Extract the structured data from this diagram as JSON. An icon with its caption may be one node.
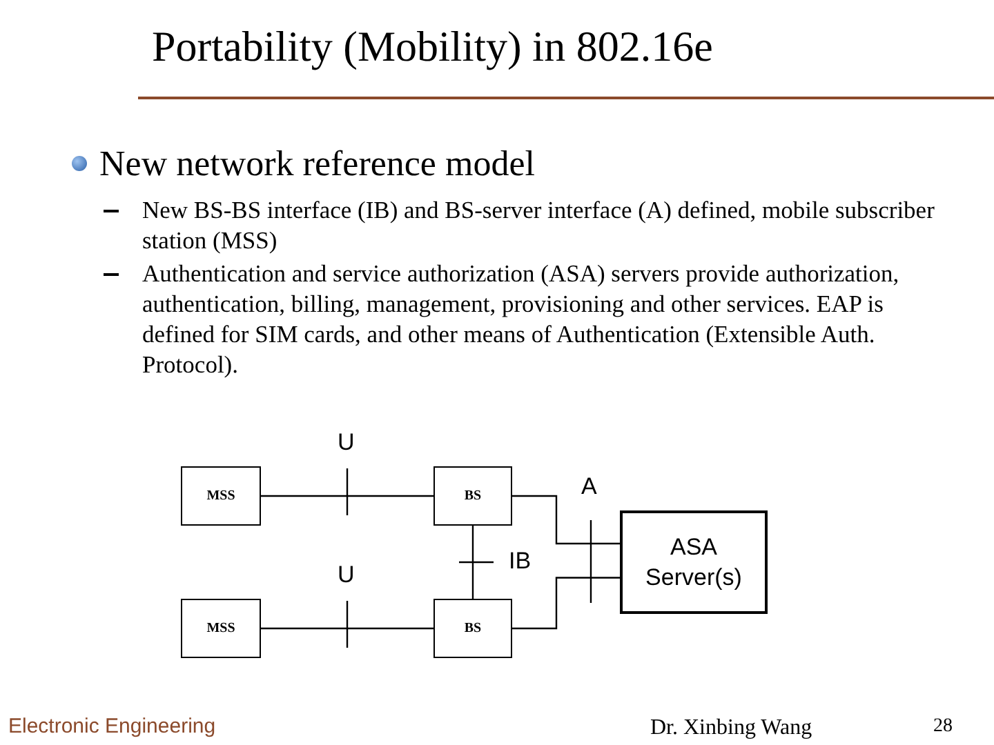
{
  "diagram": {
    "title": "Portability (Mobility) in 802.16e",
    "nodes": [
      {
        "text": [
          "MSS"
        ]
      },
      {
        "text": [
          "BS"
        ]
      },
      {
        "text": [
          "ASA Server(s)"
        ]
      },
      {
        "text": [
          "MSS"
        ]
      },
      {
        "text": [
          "BS"
        ]
      }
    ],
    "edges": [
      {
        "from": 0,
        "to": 1,
        "arrow": "none",
        "label": "U"
      },
      {
        "from": 1,
        "to": 2,
        "arrow": "none",
        "label": "A"
      },
      {
        "from": 1,
        "to": 4,
        "arrow": "none",
        "label": "IB"
      },
      {
        "from": 3,
        "to": 4,
        "arrow": "none",
        "label": "U"
      },
      {
        "from": 4,
        "to": 2,
        "arrow": "none"
      }
    ],
    "labels": [
      "New network reference model",
      "New BS-BS interface (IB) and BS-server interface (A) defined, mobile subscriber station (MSS)",
      "Authentication and service authorization (ASA) servers provide authorization, authentication, billing, management, provisioning and other services. EAP is defined for SIM cards, and other means of Authentication (Extensible Auth. Protocol).",
      "Electronic Engineering",
      "Dr. Xinbing Wang",
      "28"
    ]
  }
}
